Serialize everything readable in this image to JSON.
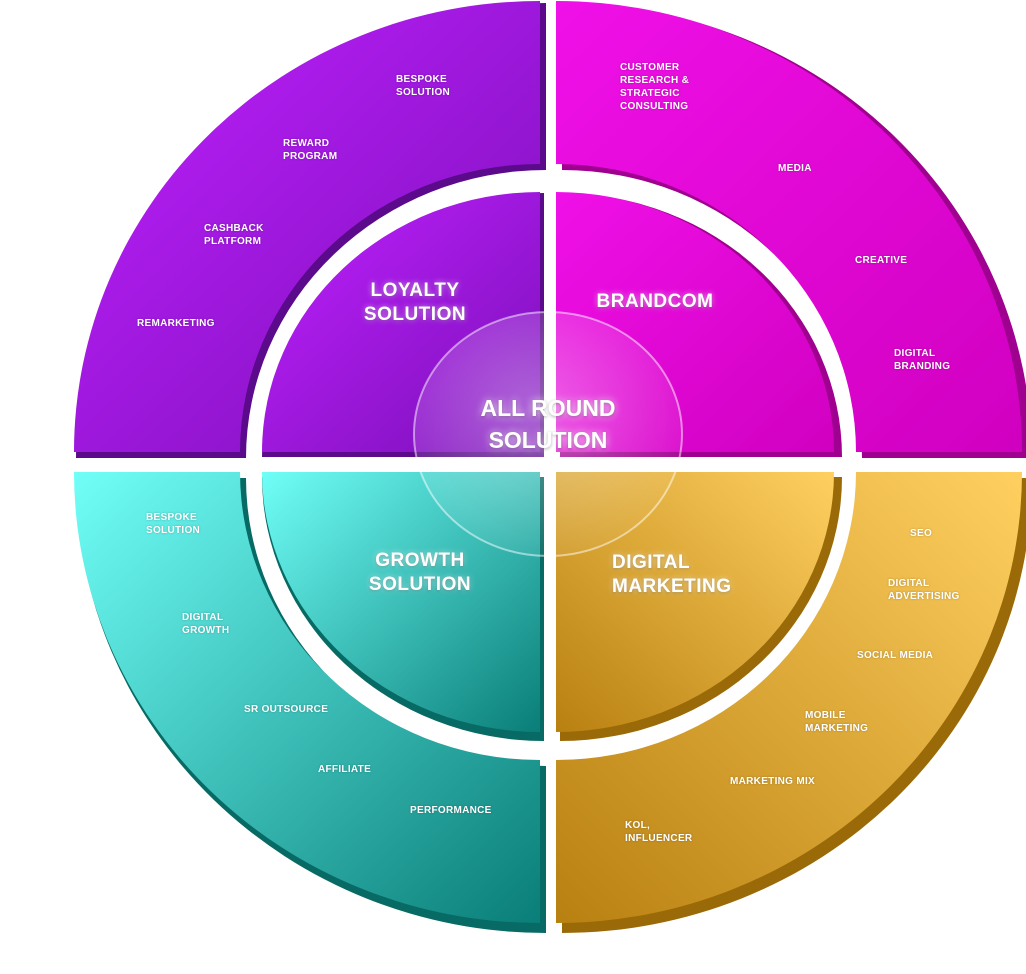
{
  "center_label": "ALL ROUND\nSOLUTION",
  "colors": {
    "loyalty": "#a61ce8",
    "brandcom": "#e400d6",
    "growth": "#1cc6bf",
    "digital": "#f2b225"
  },
  "quadrants": {
    "loyalty": {
      "title": "LOYALTY\nSOLUTION",
      "items": [
        "BESPOKE\nSOLUTION",
        "REWARD\nPROGRAM",
        "CASHBACK\nPLATFORM",
        "REMARKETING"
      ]
    },
    "brandcom": {
      "title": "BRANDCOM",
      "items": [
        "CUSTOMER\nRESEARCH &\nSTRATEGIC\nCONSULTING",
        "MEDIA",
        "CREATIVE",
        "DIGITAL\nBRANDING"
      ]
    },
    "growth": {
      "title": "GROWTH\nSOLUTION",
      "items": [
        "BESPOKE\nSOLUTION",
        "DIGITAL\nGROWTH",
        "SR OUTSOURCE",
        "AFFILIATE",
        "PERFORMANCE"
      ]
    },
    "digital": {
      "title": "DIGITAL\nMARKETING",
      "items": [
        "SEO",
        "DIGITAL\nADVERTISING",
        "SOCIAL MEDIA",
        "MOBILE\nMARKETING",
        "MARKETING MIX",
        "KOL,\nINFLUENCER"
      ]
    }
  }
}
